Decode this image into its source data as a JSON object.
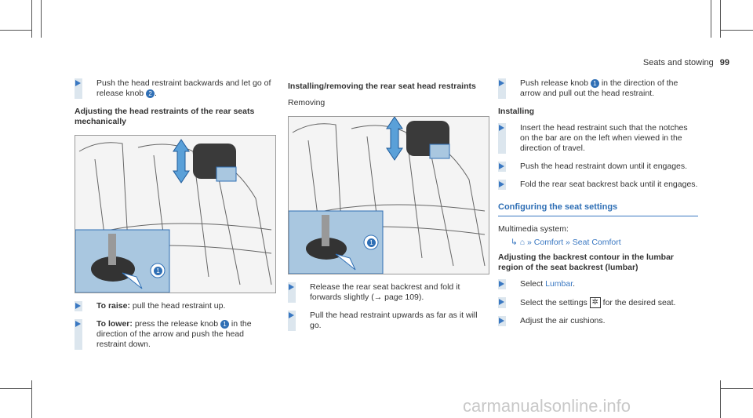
{
  "header": {
    "section": "Seats and stowing",
    "page": "99"
  },
  "col1": {
    "step1": "Push the head restraint backwards and let go of release knob",
    "step1_num": "2",
    "heading": "Adjusting the head restraints of the rear seats mechanically",
    "fig_callout": "1",
    "raise_label": "To raise:",
    "raise_text": "pull the head restraint up.",
    "lower_label": "To lower:",
    "lower_text_a": "press the release knob",
    "lower_num": "1",
    "lower_text_b": "in the direction of the arrow and push the head restraint down."
  },
  "col2": {
    "heading": "Installing/removing the rear seat head restraints",
    "subheading": "Removing",
    "fig_callout": "1",
    "step1": "Release the rear seat backrest and fold it forwards slightly (→ page 109).",
    "step2": "Pull the head restraint upwards as far as it will go."
  },
  "col3": {
    "step1_a": "Push release knob",
    "step1_num": "1",
    "step1_b": "in the direction of the arrow and pull out the head restraint.",
    "sub": "Installing",
    "step2": "Insert the head restraint such that the notches on the bar are on the left when viewed in the direction of travel.",
    "step3": "Push the head restraint down until it engages.",
    "step4": "Fold the rear seat backrest back until it engages.",
    "section": "Configuring the seat settings",
    "multimedia": "Multimedia system:",
    "path_home": "⌂",
    "path1": "Comfort",
    "path2": "Seat Comfort",
    "heading2": "Adjusting the backrest contour in the lumbar region of the seat backrest (lumbar)",
    "s_lumbar_a": "Select",
    "s_lumbar_link": "Lumbar",
    "s_settings_a": "Select the settings",
    "s_settings_b": "for the desired seat.",
    "s_adjust": "Adjust the air cushions."
  },
  "watermark": "carmanualsonline.info"
}
